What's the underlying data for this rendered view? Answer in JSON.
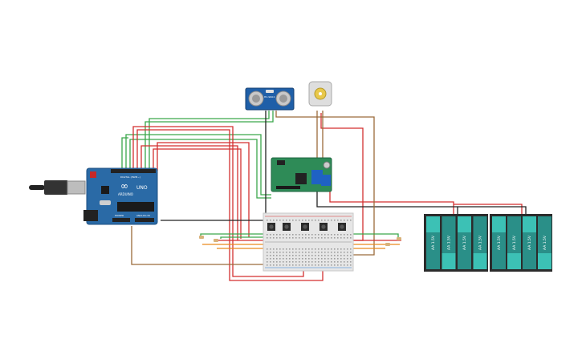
{
  "arduino": {
    "logo": "∞",
    "brand": "ARDUINO",
    "model": "UNO",
    "digital_header_label": "DIGITAL (PWM~)",
    "power_header_label": "POWER",
    "analog_header_label": "ANALOG IN"
  },
  "ultrasonic": {
    "model": "HC-SR04"
  },
  "batteries": {
    "cell_label": "AA 1.5V",
    "packs": [
      {
        "cells": [
          "AA 1.5V",
          "AA 1.5V",
          "AA 1.5V",
          "AA 1.5V"
        ]
      },
      {
        "cells": [
          "AA 1.5V",
          "AA 1.5V",
          "AA 1.5V",
          "AA 1.5V"
        ]
      }
    ]
  },
  "colors": {
    "background": "#ffffff",
    "arduino_board": "#2a6aa6",
    "driver_board": "#2e8b57",
    "breadboard": "#e6e6e6",
    "battery_case": "#2b2b2b",
    "battery_cell": "#3cc1b5",
    "wire_red": "#d32f2f",
    "wire_green": "#3aa64a",
    "wire_brown": "#9a6a3a",
    "wire_black": "#222222",
    "wire_orange": "#e98a1e",
    "wire_blue": "#2a7fd4"
  }
}
